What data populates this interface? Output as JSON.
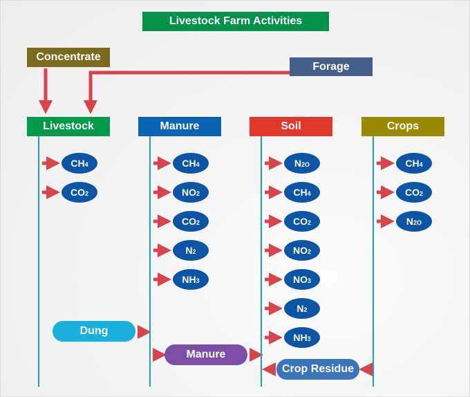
{
  "title": "Livestock Farm Activities",
  "inputs": {
    "concentrate": "Concentrate",
    "forage": "Forage"
  },
  "columns": [
    {
      "label": "Livestock",
      "color": "#009a4a",
      "gases": [
        [
          "CH",
          "4"
        ],
        [
          "CO",
          "2"
        ]
      ]
    },
    {
      "label": "Manure",
      "color": "#0a64b4",
      "gases": [
        [
          "CH",
          "4"
        ],
        [
          "NO",
          "2"
        ],
        [
          "CO",
          "2"
        ],
        [
          "N",
          "2"
        ],
        [
          "NH",
          "3"
        ]
      ]
    },
    {
      "label": "Soil",
      "color": "#e0392b",
      "gases": [
        [
          "N",
          "2O"
        ],
        [
          "CH",
          "4"
        ],
        [
          "CO",
          "2"
        ],
        [
          "NO",
          "2"
        ],
        [
          "NO",
          "3"
        ],
        [
          "N",
          "2"
        ],
        [
          "NH",
          "3"
        ]
      ]
    },
    {
      "label": "Crops",
      "color": "#9a8a00",
      "gases": [
        [
          "CH",
          "4"
        ],
        [
          "CO",
          "2"
        ],
        [
          "N",
          "2O"
        ]
      ]
    }
  ],
  "flows": {
    "dung": "Dung",
    "manure": "Manure",
    "crop_residue": "Crop Residue"
  }
}
